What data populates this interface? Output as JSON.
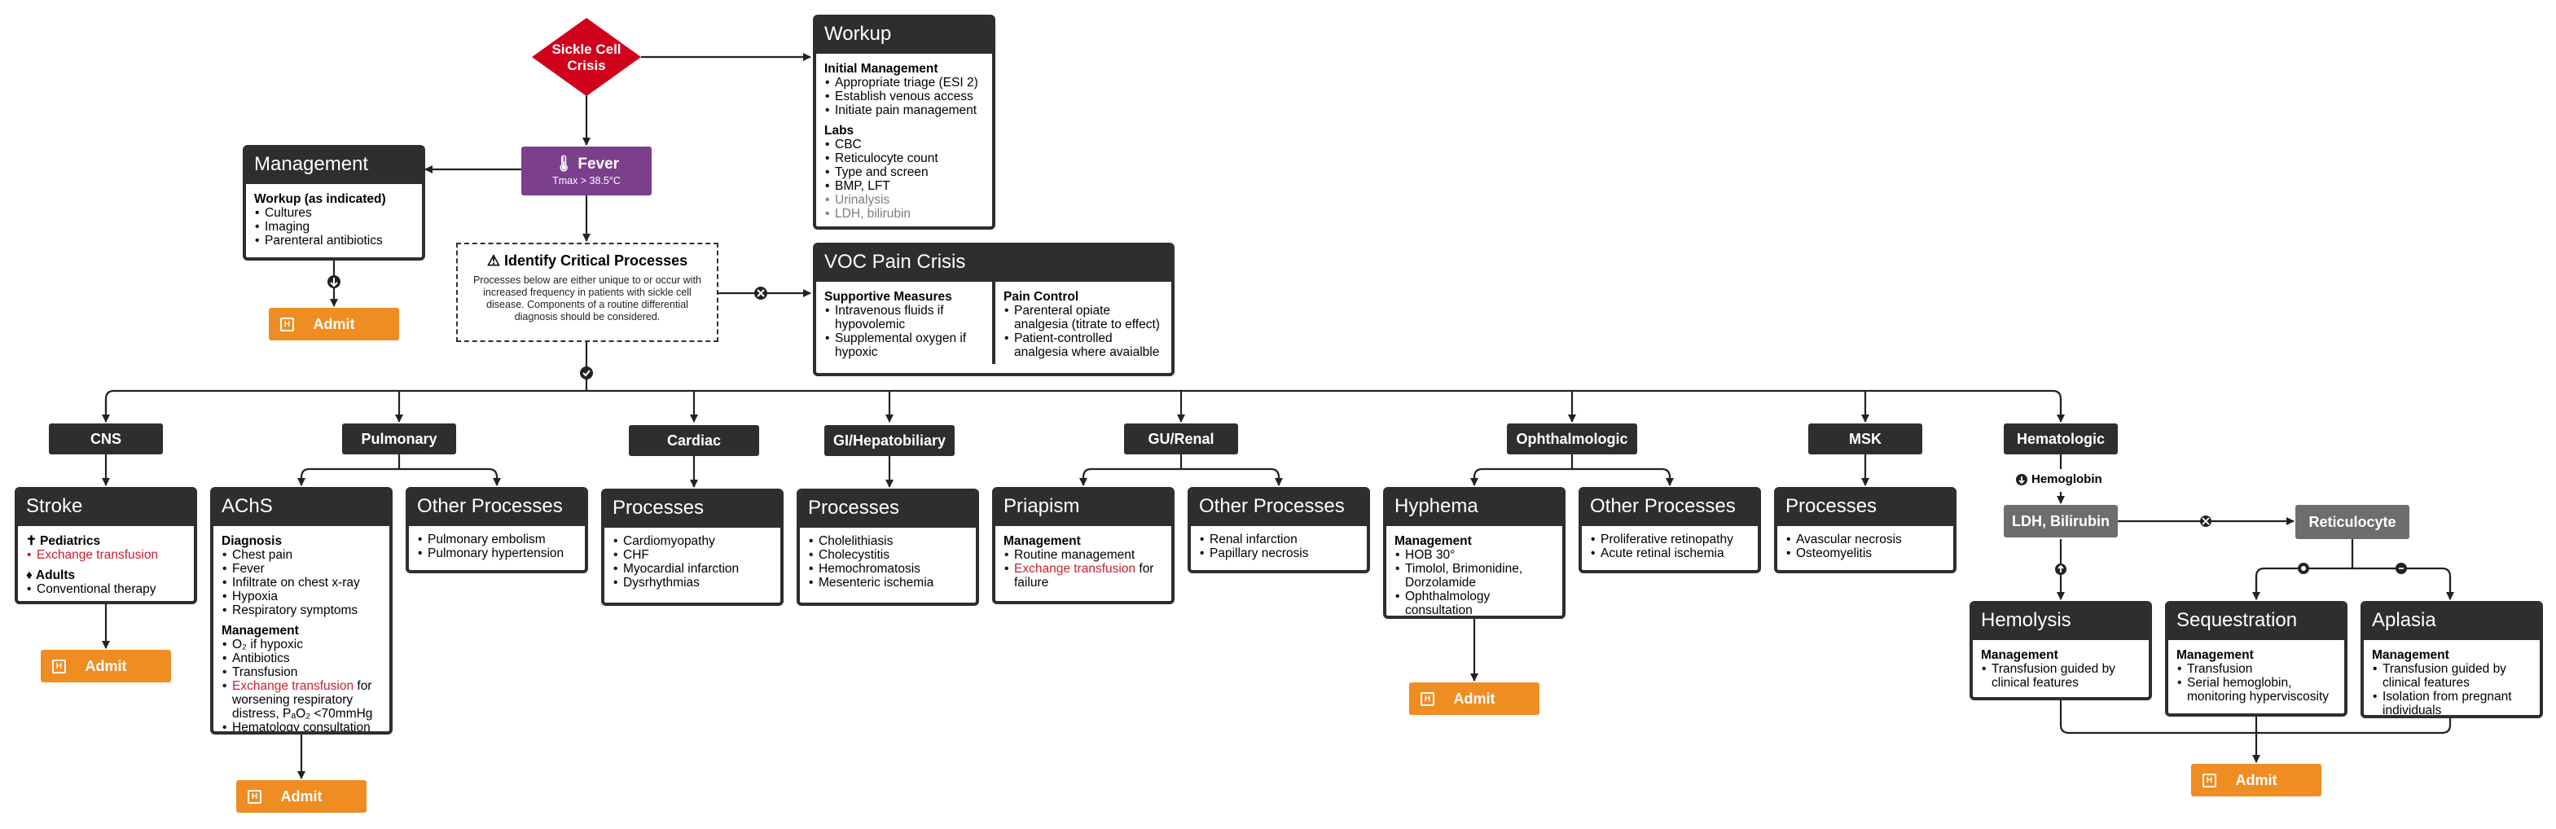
{
  "start": {
    "line1": "Sickle Cell",
    "line2": "Crisis",
    "color": "#d0021b"
  },
  "fever": {
    "title": "Fever",
    "subtitle": "Tmax > 38.5°C",
    "icon": "thermometer-icon",
    "color": "#7b3f8c"
  },
  "workup": {
    "title": "Workup",
    "initial_title": "Initial Management",
    "initial": [
      "Appropriate triage (ESI 2)",
      "Establish venous access",
      "Initiate pain management"
    ],
    "labs_title": "Labs",
    "labs": [
      "CBC",
      "Reticulocyte count",
      "Type and screen",
      "BMP, LFT"
    ],
    "labs_gray": [
      "Urinalysis",
      "LDH, bilirubin"
    ]
  },
  "management": {
    "title": "Management",
    "sub": "Workup (as indicated)",
    "items": [
      "Cultures",
      "Imaging",
      "Parenteral antibiotics"
    ]
  },
  "critical": {
    "title": "Identify Critical Processes",
    "desc": "Processes below are either unique to or occur with increased frequency in patients with sickle cell disease. Components of a routine differential diagnosis should be considered."
  },
  "voc": {
    "title": "VOC Pain Crisis",
    "left_title": "Supportive Measures",
    "left": [
      "Intravenous fluids if hypovolemic",
      "Supplemental oxygen if hypoxic"
    ],
    "right_title": "Pain Control",
    "right": [
      "Parenteral opiate analgesia (titrate to effect)",
      "Patient-controlled analgesia where avaialble"
    ]
  },
  "categories": [
    "CNS",
    "Pulmonary",
    "Cardiac",
    "GI/Hepatobiliary",
    "GU/Renal",
    "Ophthalmologic",
    "MSK",
    "Hematologic"
  ],
  "admit_label": "Admit",
  "stroke": {
    "title": "Stroke",
    "ped_title": "Pediatrics",
    "ped": [
      "Exchange transfusion"
    ],
    "adult_title": "Adults",
    "adult": [
      "Conventional therapy"
    ]
  },
  "achs": {
    "title": "AChS",
    "dx_title": "Diagnosis",
    "dx": [
      "Chest pain",
      "Fever",
      "Infiltrate on chest x-ray",
      "Hypoxia",
      "Respiratory symptoms"
    ],
    "mgmt_title": "Management",
    "mgmt_a": [
      "O₂ if hypoxic",
      "Antibiotics",
      "Transfusion"
    ],
    "mgmt_red": "Exchange transfusion",
    "mgmt_red_rest": " for worsening respiratory distress, PₐO₂ <70mmHg",
    "mgmt_b": [
      "Hematology consultation"
    ]
  },
  "pulm_other": {
    "title": "Other Processes",
    "items": [
      "Pulmonary embolism",
      "Pulmonary hypertension"
    ]
  },
  "cardiac": {
    "title": "Processes",
    "items": [
      "Cardiomyopathy",
      "CHF",
      "Myocardial infarction",
      "Dysrhythmias"
    ]
  },
  "gi": {
    "title": "Processes",
    "items": [
      "Cholelithiasis",
      "Cholecystitis",
      "Hemochromatosis",
      "Mesenteric ischemia"
    ]
  },
  "priapism": {
    "title": "Priapism",
    "mgmt_title": "Management",
    "items": [
      "Routine management"
    ],
    "red": "Exchange transfusion",
    "red_rest": " for failure"
  },
  "gu_other": {
    "title": "Other Processes",
    "items": [
      "Renal infarction",
      "Papillary necrosis"
    ]
  },
  "hyphema": {
    "title": "Hyphema",
    "mgmt_title": "Management",
    "items": [
      "HOB 30°",
      "Timolol, Brimonidine, Dorzolamide",
      "Ophthalmology consultation"
    ]
  },
  "oph_other": {
    "title": "Other Processes",
    "items": [
      "Proliferative retinopathy",
      "Acute retinal ischemia"
    ]
  },
  "msk": {
    "title": "Processes",
    "items": [
      "Avascular necrosis",
      "Osteomyelitis"
    ]
  },
  "heme": {
    "hgb_label": "Hemoglobin",
    "ldh": "LDH, Bilirubin",
    "retic": "Reticulocyte",
    "hemolysis": {
      "title": "Hemolysis",
      "mgmt_title": "Management",
      "items": [
        "Transfusion guided by clinical features"
      ]
    },
    "sequestration": {
      "title": "Sequestration",
      "mgmt_title": "Management",
      "items": [
        "Transfusion",
        "Serial hemoglobin, monitoring hyperviscosity"
      ]
    },
    "aplasia": {
      "title": "Aplasia",
      "mgmt_title": "Management",
      "items": [
        "Transfusion guided by clinical features",
        "Isolation from pregnant individuals"
      ]
    }
  },
  "colors": {
    "dark": "#2e2e2e",
    "admit": "#ef8d22",
    "red_text": "#c8202f",
    "gray_box": "#6d6d6d"
  }
}
